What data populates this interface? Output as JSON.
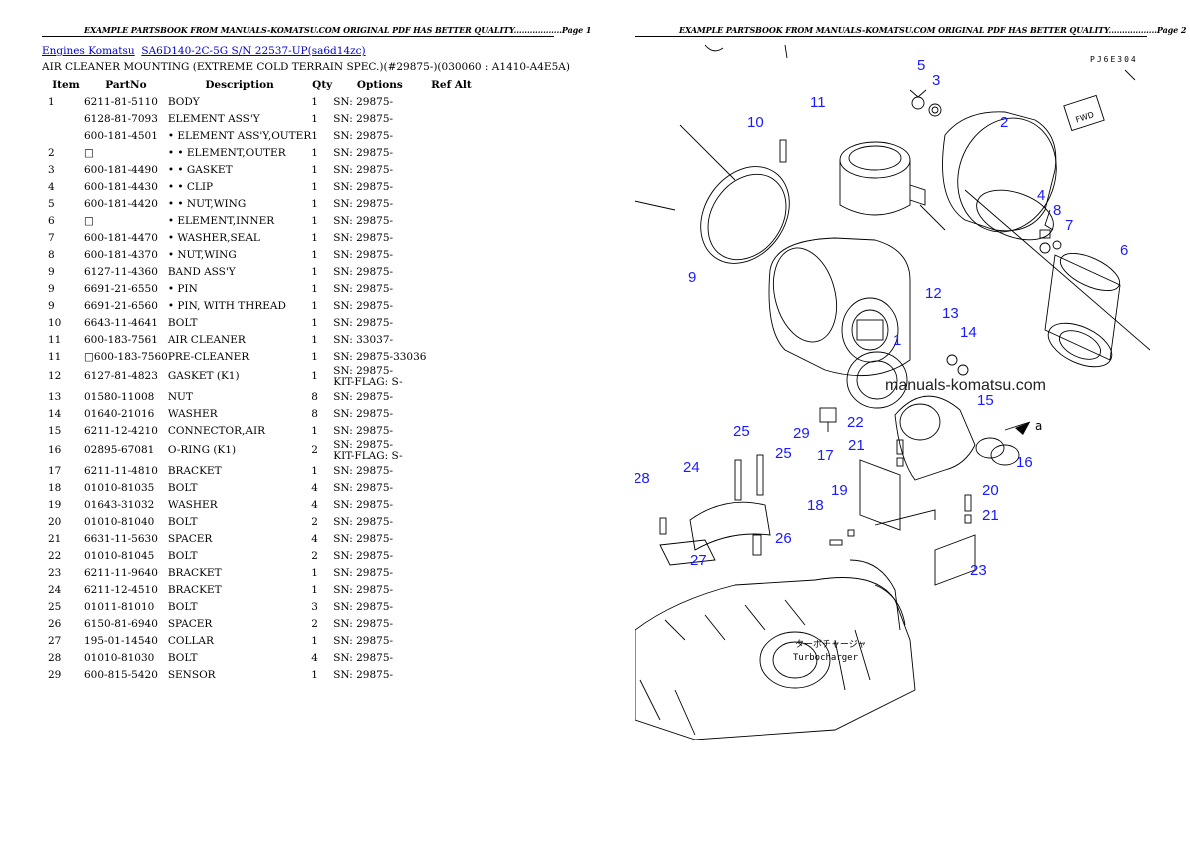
{
  "header": {
    "page1": "EXAMPLE PARTSBOOK FROM MANUALS-KOMATSU.COM ORIGINAL PDF HAS BETTER QUALITY..................Page 1",
    "page2": "EXAMPLE PARTSBOOK FROM MANUALS-KOMATSU.COM ORIGINAL PDF HAS BETTER QUALITY..................Page 2"
  },
  "breadcrumb": {
    "engines": "Engines Komatsu",
    "model": "SA6D140-2C-5G S/N 22537-UP(sa6d14zc)"
  },
  "section_title": "AIR CLEANER MOUNTING (EXTREME COLD TERRAIN SPEC.)(#29875-)(030060 : A1410-A4E5A)",
  "columns": [
    "Item",
    "PartNo",
    "Description",
    "Qty",
    "Options",
    "Ref Alt"
  ],
  "rows": [
    {
      "item": "1",
      "part": "6211-81-5110",
      "desc": "BODY",
      "qty": "1",
      "opt": "SN: 29875-",
      "opt2": ""
    },
    {
      "item": "",
      "part": "6128-81-7093",
      "desc": "ELEMENT ASS'Y",
      "qty": "1",
      "opt": "SN: 29875-",
      "opt2": ""
    },
    {
      "item": "",
      "part": "600-181-4501",
      "desc": "• ELEMENT ASS'Y,OUTER",
      "qty": "1",
      "opt": "SN: 29875-",
      "opt2": ""
    },
    {
      "item": "2",
      "part": "□",
      "desc": "• • ELEMENT,OUTER",
      "qty": "1",
      "opt": "SN: 29875-",
      "opt2": ""
    },
    {
      "item": "3",
      "part": "600-181-4490",
      "desc": "• • GASKET",
      "qty": "1",
      "opt": "SN: 29875-",
      "opt2": ""
    },
    {
      "item": "4",
      "part": "600-181-4430",
      "desc": "• • CLIP",
      "qty": "1",
      "opt": "SN: 29875-",
      "opt2": ""
    },
    {
      "item": "5",
      "part": "600-181-4420",
      "desc": "• • NUT,WING",
      "qty": "1",
      "opt": "SN: 29875-",
      "opt2": ""
    },
    {
      "item": "6",
      "part": "□",
      "desc": "• ELEMENT,INNER",
      "qty": "1",
      "opt": "SN: 29875-",
      "opt2": ""
    },
    {
      "item": "7",
      "part": "600-181-4470",
      "desc": "• WASHER,SEAL",
      "qty": "1",
      "opt": "SN: 29875-",
      "opt2": ""
    },
    {
      "item": "8",
      "part": "600-181-4370",
      "desc": "• NUT,WING",
      "qty": "1",
      "opt": "SN: 29875-",
      "opt2": ""
    },
    {
      "item": "9",
      "part": "6127-11-4360",
      "desc": "BAND ASS'Y",
      "qty": "1",
      "opt": "SN: 29875-",
      "opt2": ""
    },
    {
      "item": "9",
      "part": "6691-21-6550",
      "desc": "• PIN",
      "qty": "1",
      "opt": "SN: 29875-",
      "opt2": ""
    },
    {
      "item": "9",
      "part": "6691-21-6560",
      "desc": "• PIN, WITH THREAD",
      "qty": "1",
      "opt": "SN: 29875-",
      "opt2": ""
    },
    {
      "item": "10",
      "part": "6643-11-4641",
      "desc": "BOLT",
      "qty": "1",
      "opt": "SN: 29875-",
      "opt2": ""
    },
    {
      "item": "11",
      "part": "600-183-7561",
      "desc": "AIR CLEANER",
      "qty": "1",
      "opt": "SN: 33037-",
      "opt2": ""
    },
    {
      "item": "11",
      "part": "□600-183-7560",
      "desc": "PRE-CLEANER",
      "qty": "1",
      "opt": "SN: 29875-33036",
      "opt2": ""
    },
    {
      "item": "12",
      "part": "6127-81-4823",
      "desc": "GASKET (K1)",
      "qty": "1",
      "opt": "SN: 29875-",
      "opt2": "KIT-FLAG: S-"
    },
    {
      "item": "13",
      "part": "01580-11008",
      "desc": "NUT",
      "qty": "8",
      "opt": "SN: 29875-",
      "opt2": ""
    },
    {
      "item": "14",
      "part": "01640-21016",
      "desc": "WASHER",
      "qty": "8",
      "opt": "SN: 29875-",
      "opt2": ""
    },
    {
      "item": "15",
      "part": "6211-12-4210",
      "desc": "CONNECTOR,AIR",
      "qty": "1",
      "opt": "SN: 29875-",
      "opt2": ""
    },
    {
      "item": "16",
      "part": "02895-67081",
      "desc": "O-RING (K1)",
      "qty": "2",
      "opt": "SN: 29875-",
      "opt2": "KIT-FLAG: S-"
    },
    {
      "item": "17",
      "part": "6211-11-4810",
      "desc": "BRACKET",
      "qty": "1",
      "opt": "SN: 29875-",
      "opt2": ""
    },
    {
      "item": "18",
      "part": "01010-81035",
      "desc": "BOLT",
      "qty": "4",
      "opt": "SN: 29875-",
      "opt2": ""
    },
    {
      "item": "19",
      "part": "01643-31032",
      "desc": "WASHER",
      "qty": "4",
      "opt": "SN: 29875-",
      "opt2": ""
    },
    {
      "item": "20",
      "part": "01010-81040",
      "desc": "BOLT",
      "qty": "2",
      "opt": "SN: 29875-",
      "opt2": ""
    },
    {
      "item": "21",
      "part": "6631-11-5630",
      "desc": "SPACER",
      "qty": "4",
      "opt": "SN: 29875-",
      "opt2": ""
    },
    {
      "item": "22",
      "part": "01010-81045",
      "desc": "BOLT",
      "qty": "2",
      "opt": "SN: 29875-",
      "opt2": ""
    },
    {
      "item": "23",
      "part": "6211-11-9640",
      "desc": "BRACKET",
      "qty": "1",
      "opt": "SN: 29875-",
      "opt2": ""
    },
    {
      "item": "24",
      "part": "6211-12-4510",
      "desc": "BRACKET",
      "qty": "1",
      "opt": "SN: 29875-",
      "opt2": ""
    },
    {
      "item": "25",
      "part": "01011-81010",
      "desc": "BOLT",
      "qty": "3",
      "opt": "SN: 29875-",
      "opt2": ""
    },
    {
      "item": "26",
      "part": "6150-81-6940",
      "desc": "SPACER",
      "qty": "2",
      "opt": "SN: 29875-",
      "opt2": ""
    },
    {
      "item": "27",
      "part": "195-01-14540",
      "desc": "COLLAR",
      "qty": "1",
      "opt": "SN: 29875-",
      "opt2": ""
    },
    {
      "item": "28",
      "part": "01010-81030",
      "desc": "BOLT",
      "qty": "4",
      "opt": "SN: 29875-",
      "opt2": ""
    },
    {
      "item": "29",
      "part": "600-815-5420",
      "desc": "SENSOR",
      "qty": "1",
      "opt": "SN: 29875-",
      "opt2": ""
    }
  ],
  "diagram": {
    "code": "PJ6E304",
    "watermark": "manuals-komatsu.com",
    "fwd": "FWD",
    "turbo_jp": "ターボチャージャ",
    "turbo_en": "Turbocharger",
    "arrow_a": "a",
    "callouts": [
      "1",
      "2",
      "3",
      "4",
      "5",
      "6",
      "7",
      "8",
      "9",
      "10",
      "11",
      "12",
      "13",
      "14",
      "15",
      "16",
      "17",
      "18",
      "19",
      "20",
      "21",
      "21",
      "22",
      "23",
      "24",
      "25",
      "25",
      "26",
      "27",
      "28",
      "29"
    ]
  },
  "colors": {
    "link": "#0000cc",
    "callout": "#1a1aff"
  }
}
